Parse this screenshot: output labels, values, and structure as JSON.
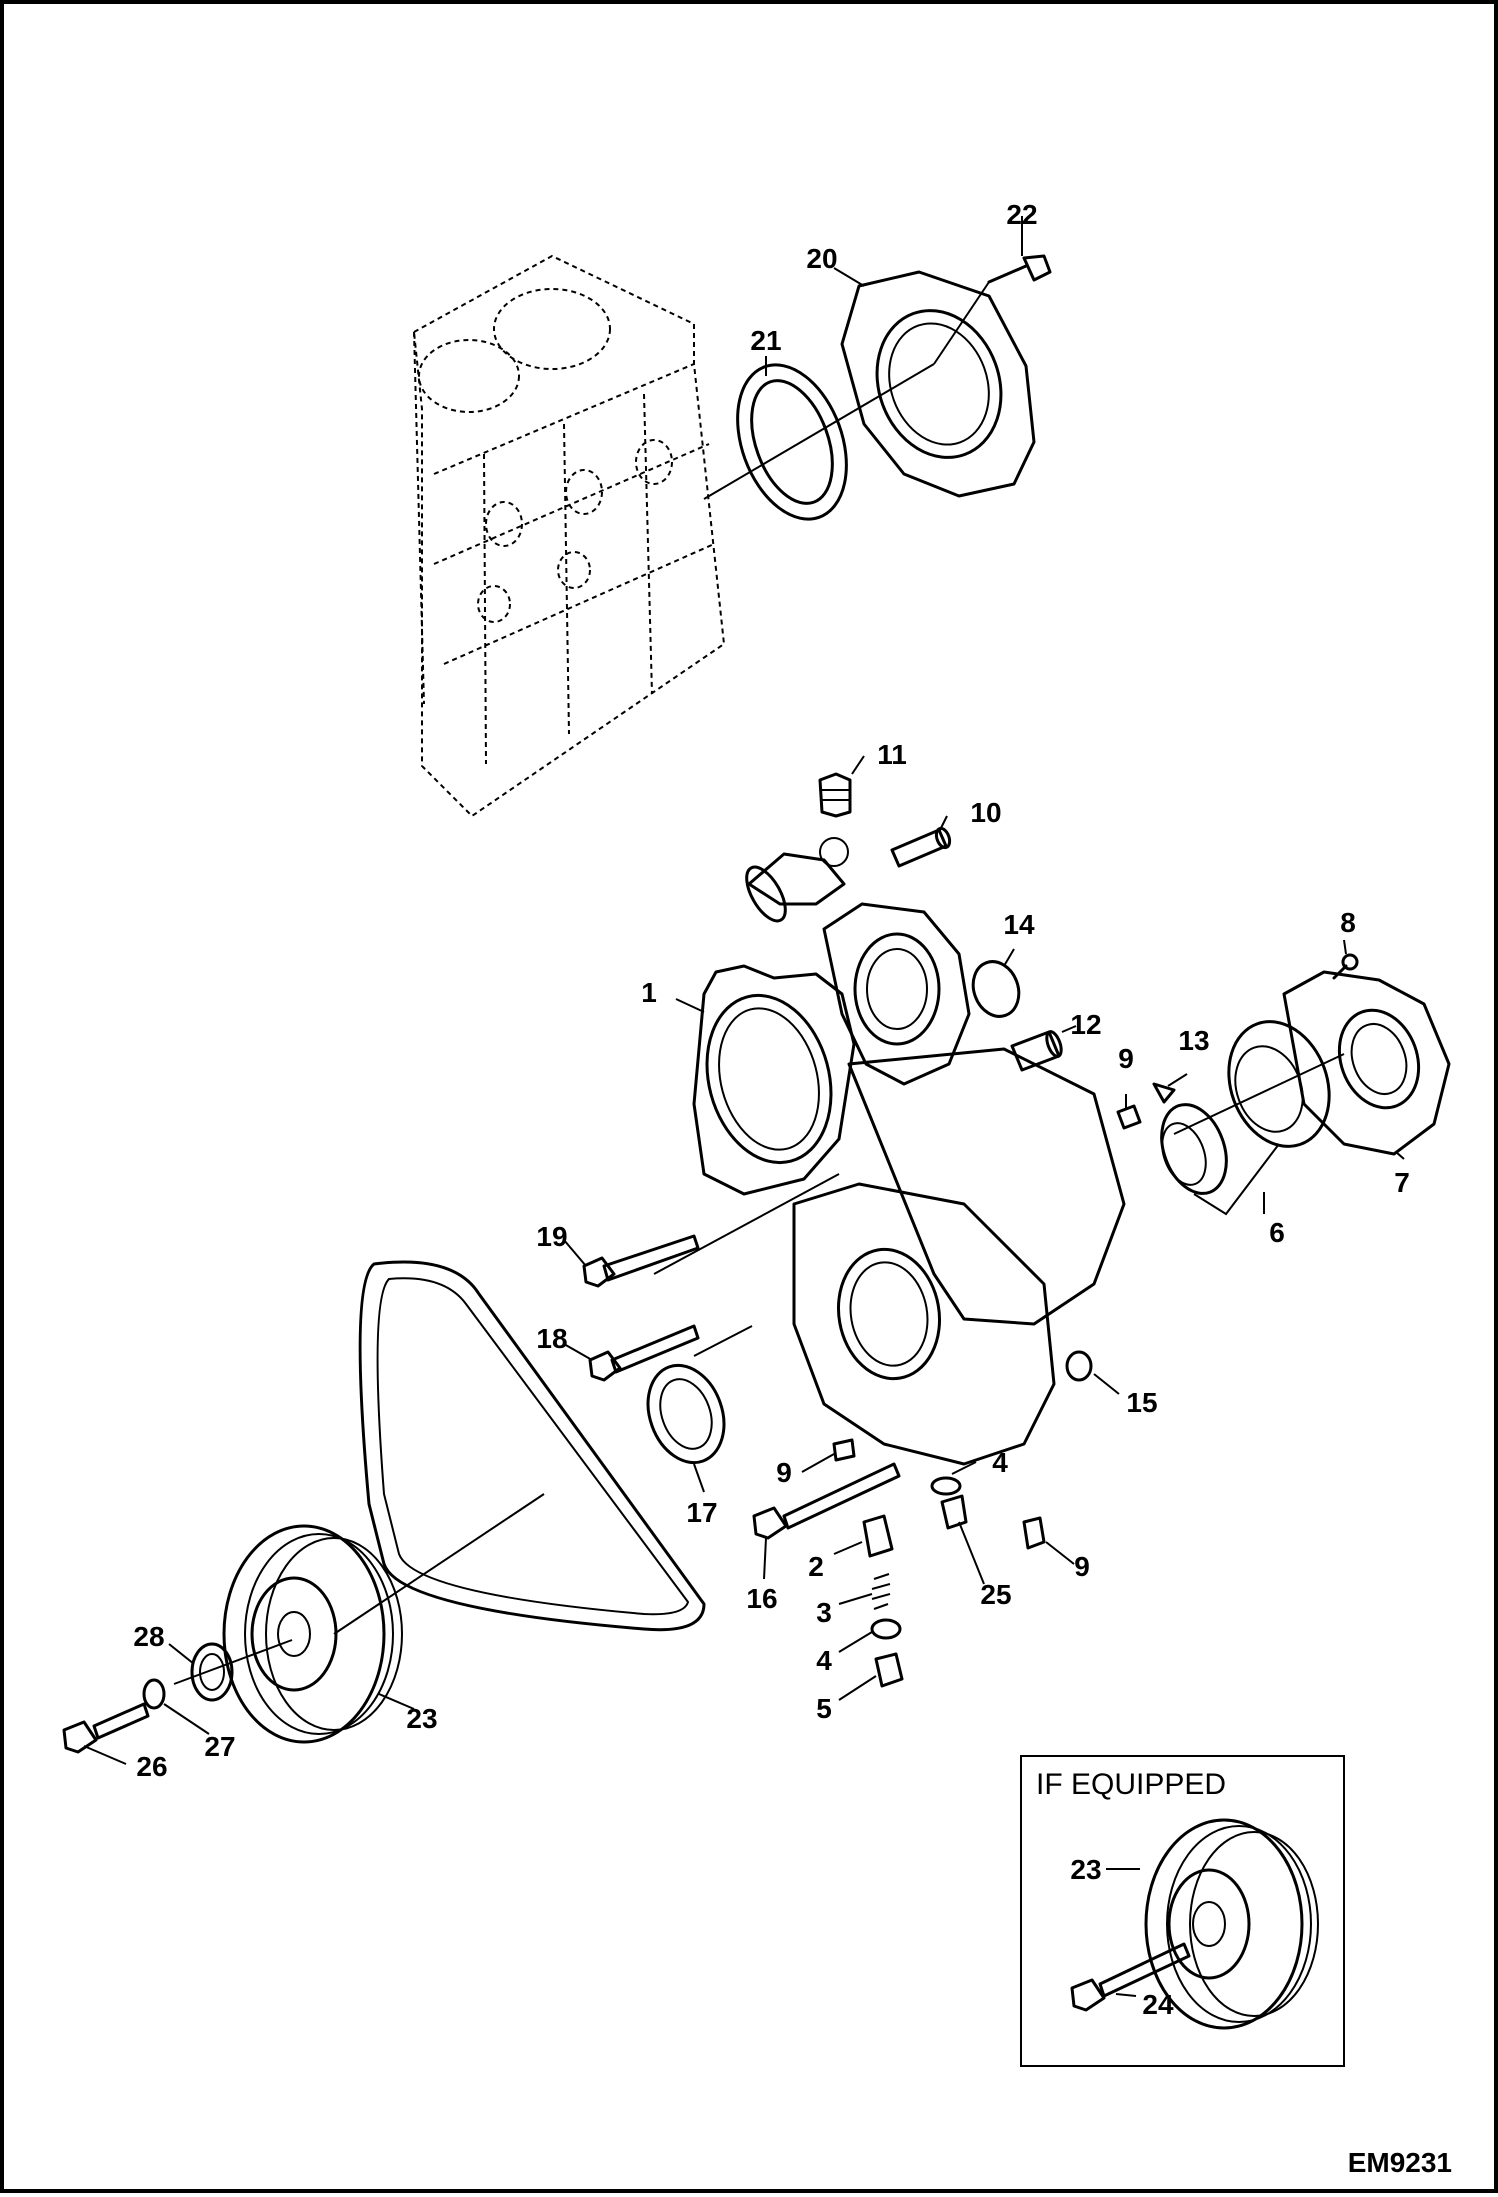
{
  "diagram": {
    "callouts": [
      {
        "key": "c1",
        "text": "1"
      },
      {
        "key": "c2",
        "text": "2"
      },
      {
        "key": "c3",
        "text": "3"
      },
      {
        "key": "c4a",
        "text": "4"
      },
      {
        "key": "c4b",
        "text": "4"
      },
      {
        "key": "c5",
        "text": "5"
      },
      {
        "key": "c6",
        "text": "6"
      },
      {
        "key": "c7",
        "text": "7"
      },
      {
        "key": "c8",
        "text": "8"
      },
      {
        "key": "c9a",
        "text": "9"
      },
      {
        "key": "c9b",
        "text": "9"
      },
      {
        "key": "c9c",
        "text": "9"
      },
      {
        "key": "c10",
        "text": "10"
      },
      {
        "key": "c11",
        "text": "11"
      },
      {
        "key": "c12",
        "text": "12"
      },
      {
        "key": "c13",
        "text": "13"
      },
      {
        "key": "c14",
        "text": "14"
      },
      {
        "key": "c15",
        "text": "15"
      },
      {
        "key": "c16",
        "text": "16"
      },
      {
        "key": "c17",
        "text": "17"
      },
      {
        "key": "c18",
        "text": "18"
      },
      {
        "key": "c19",
        "text": "19"
      },
      {
        "key": "c20",
        "text": "20"
      },
      {
        "key": "c21",
        "text": "21"
      },
      {
        "key": "c22",
        "text": "22"
      },
      {
        "key": "c23",
        "text": "23"
      },
      {
        "key": "c25",
        "text": "25"
      },
      {
        "key": "c26",
        "text": "26"
      },
      {
        "key": "c27",
        "text": "27"
      },
      {
        "key": "c28",
        "text": "28"
      }
    ],
    "inset": {
      "title": "IF EQUIPPED",
      "callouts": [
        {
          "key": "i23",
          "text": "23"
        },
        {
          "key": "i24",
          "text": "24"
        }
      ]
    },
    "figure_code": "EM9231"
  }
}
